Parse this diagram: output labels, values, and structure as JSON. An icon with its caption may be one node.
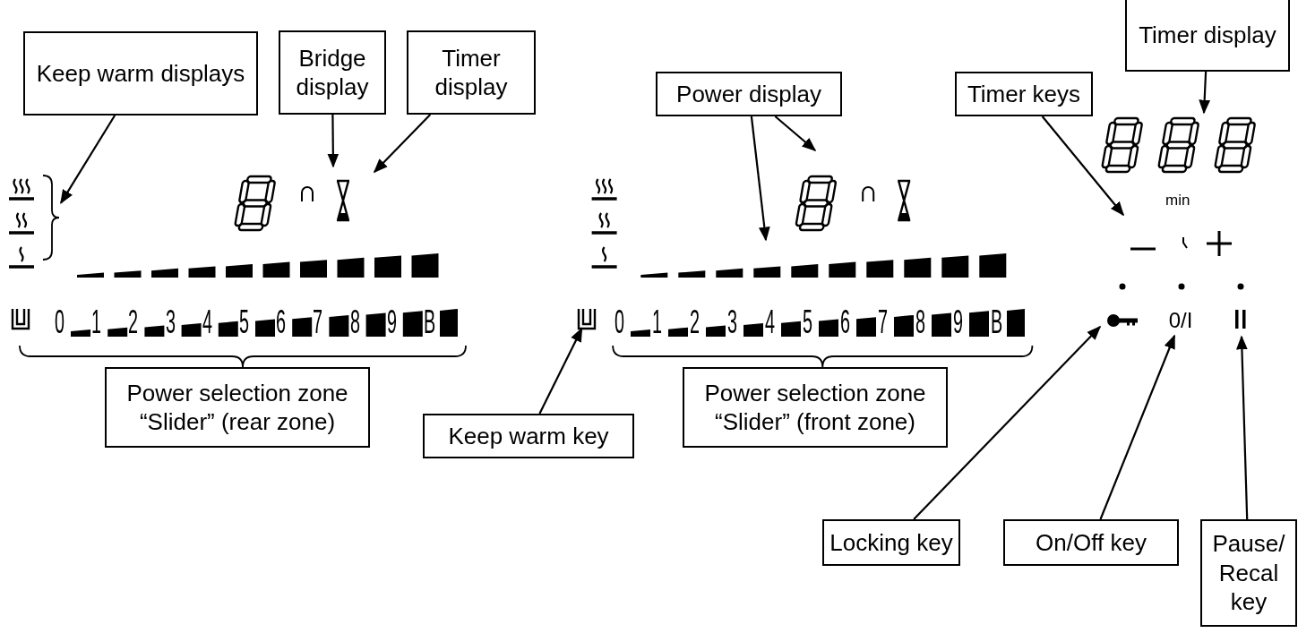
{
  "diagram": {
    "nodes": [
      {
        "text": [
          "Keep warm displays"
        ]
      },
      {
        "text": [
          "Bridge display"
        ]
      },
      {
        "text": [
          "Timer display"
        ]
      },
      {
        "text": [
          "Power display"
        ]
      },
      {
        "text": [
          "Timer keys"
        ]
      },
      {
        "text": [
          "Timer display"
        ]
      },
      {
        "text": [
          "Power selection zone “Slider” (rear zone)"
        ]
      },
      {
        "text": [
          "Keep warm key"
        ]
      },
      {
        "text": [
          "Power selection zone “Slider” (front zone)"
        ]
      },
      {
        "text": [
          "Locking key"
        ]
      },
      {
        "text": [
          "On/Off key"
        ]
      },
      {
        "text": [
          "Pause/ Recal key"
        ]
      },
      {
        "text": [],
        "shape": "brace"
      },
      {
        "text": [
          "0/I"
        ]
      },
      {
        "text": [],
        "shape": "cup"
      }
    ],
    "edges": [
      {
        "from": 0,
        "to": 12,
        "arrow": "to"
      },
      {
        "from": 1,
        "to": null,
        "arrow": "to"
      },
      {
        "from": 2,
        "to": null,
        "arrow": "to"
      },
      {
        "from": 3,
        "to": null,
        "arrow": "to"
      },
      {
        "from": 3,
        "to": null,
        "arrow": "to"
      },
      {
        "from": 4,
        "to": null,
        "arrow": "to"
      },
      {
        "from": 5,
        "to": null,
        "arrow": "to"
      },
      {
        "from": 7,
        "to": 14,
        "arrow": "to"
      },
      {
        "from": 9,
        "to": null,
        "arrow": "to"
      },
      {
        "from": 10,
        "to": 13,
        "arrow": "to"
      },
      {
        "from": 11,
        "to": null,
        "arrow": "to"
      }
    ],
    "labels": [
      "min",
      "0",
      "1",
      "2",
      "3",
      "4",
      "5",
      "6",
      "7",
      "8",
      "9",
      "B",
      "0",
      "1",
      "2",
      "3",
      "4",
      "5",
      "6",
      "7",
      "8",
      "9",
      "B"
    ]
  }
}
